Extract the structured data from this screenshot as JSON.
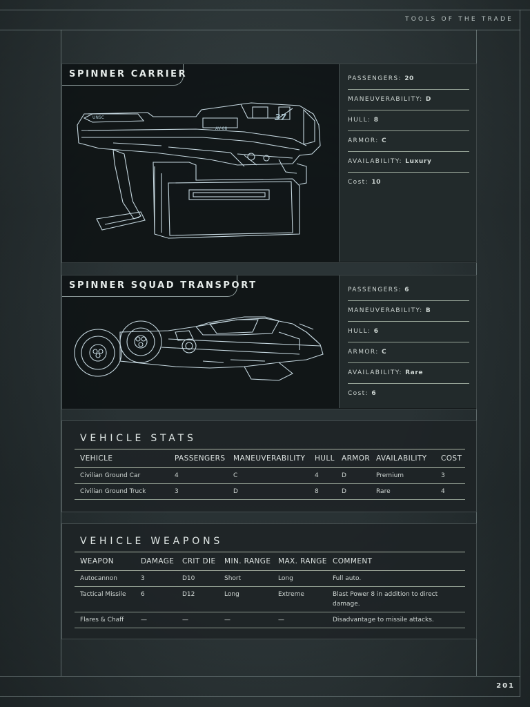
{
  "header": {
    "section": "TOOLS OF THE TRADE"
  },
  "page_number": "201",
  "vehicles": [
    {
      "title": "SPINNER CARRIER",
      "stats": [
        {
          "label": "PASSENGERS:",
          "value": "20"
        },
        {
          "label": "MANEUVERABILITY:",
          "value": "D"
        },
        {
          "label": "HULL:",
          "value": "8"
        },
        {
          "label": "ARMOR:",
          "value": "C"
        },
        {
          "label": "AVAILABILITY:",
          "value": "Luxury"
        },
        {
          "label": "Cost:",
          "value": "10"
        }
      ]
    },
    {
      "title": "SPINNER SQUAD TRANSPORT",
      "stats": [
        {
          "label": "PASSENGERS:",
          "value": "6"
        },
        {
          "label": "MANEUVERABILITY:",
          "value": "B"
        },
        {
          "label": "HULL:",
          "value": "6"
        },
        {
          "label": "ARMOR:",
          "value": "C"
        },
        {
          "label": "AVAILABILITY:",
          "value": "Rare"
        },
        {
          "label": "Cost:",
          "value": "6"
        }
      ]
    }
  ],
  "vehicle_stats": {
    "title": "VEHICLE STATS",
    "headers": [
      "VEHICLE",
      "PASSENGERS",
      "MANEUVERABILITY",
      "HULL",
      "ARMOR",
      "AVAILABILITY",
      "COST"
    ],
    "rows": [
      [
        "Civilian Ground Car",
        "4",
        "C",
        "4",
        "D",
        "Premium",
        "3"
      ],
      [
        "Civilian Ground Truck",
        "3",
        "D",
        "8",
        "D",
        "Rare",
        "4"
      ]
    ]
  },
  "vehicle_weapons": {
    "title": "VEHICLE WEAPONS",
    "headers": [
      "WEAPON",
      "DAMAGE",
      "CRIT DIE",
      "MIN. RANGE",
      "MAX. RANGE",
      "COMMENT"
    ],
    "rows": [
      [
        "Autocannon",
        "3",
        "D10",
        "Short",
        "Long",
        "Full auto."
      ],
      [
        "Tactical Missile",
        "6",
        "D12",
        "Long",
        "Extreme",
        "Blast Power 8 in addition to direct damage."
      ],
      [
        "Flares & Chaff",
        "—",
        "—",
        "—",
        "—",
        "Disadvantage to missile attacks."
      ]
    ]
  },
  "blueprint_labels": {
    "carrier_mark_1": "37",
    "carrier_mark_2": "UNSC",
    "carrier_mark_3": "AV-08"
  }
}
